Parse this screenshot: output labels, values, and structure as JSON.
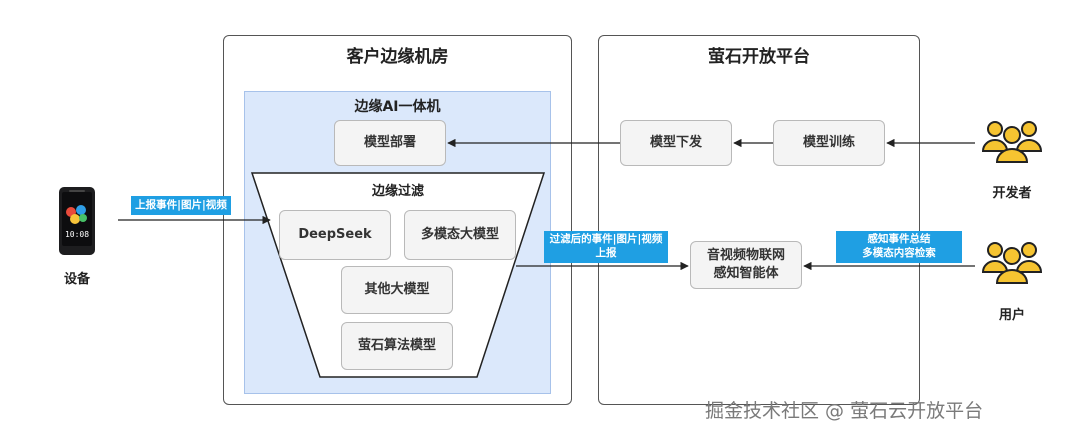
{
  "regions": {
    "customer_room": "客户边缘机房",
    "ezviz_platform": "萤石开放平台"
  },
  "edge_ai": {
    "title": "边缘AI一体机",
    "deploy_node": "模型部署",
    "filter_title": "边缘过滤",
    "models": [
      "DeepSeek",
      "多模态大模型",
      "其他大模型",
      "萤石算法模型"
    ]
  },
  "platform": {
    "model_dispatch": "模型下发",
    "model_training": "模型训练",
    "agent": "音视频物联网感知智能体"
  },
  "actors": {
    "device": "设备",
    "developer": "开发者",
    "user": "用户"
  },
  "tags": {
    "upload_events": "上报事件|图片|视频",
    "filtered_upload_line1": "过滤后的事件|图片|视频",
    "filtered_upload_line2": "上报",
    "perception_line1": "感知事件总结",
    "perception_line2": "多模态内容检索"
  },
  "device_screen_time": "10:08",
  "watermark": "掘金技术社区 @ 萤石云开放平台",
  "colors": {
    "edge_box_fill": "#dbe8fb",
    "tag_blue": "#1f9fe3",
    "person_yellow": "#f6c431",
    "node_fill": "#f4f4f4"
  },
  "icons": [
    "device-icon",
    "developer-group-icon",
    "user-group-icon"
  ]
}
